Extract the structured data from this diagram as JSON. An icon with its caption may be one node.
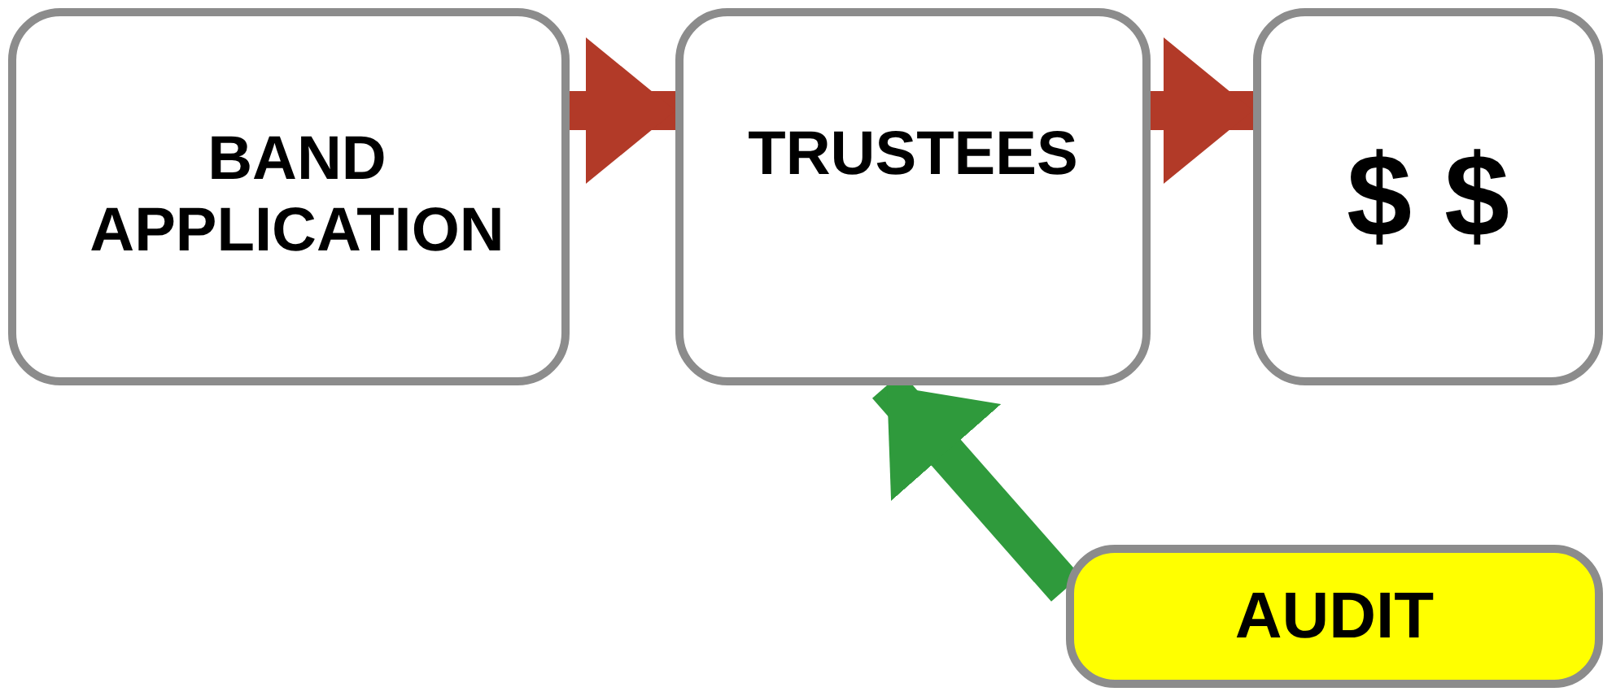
{
  "diagram": {
    "nodes": [
      {
        "text": [
          "BAND APPLICATION"
        ]
      },
      {
        "text": [
          "TRUSTEES"
        ]
      },
      {
        "text": [
          "$ $"
        ]
      },
      {
        "text": [
          "AUDIT"
        ]
      }
    ],
    "edges": [
      {
        "from": 0,
        "to": 1,
        "arrow": "to"
      },
      {
        "from": 1,
        "to": 2,
        "arrow": "to"
      },
      {
        "from": 3,
        "to": 1,
        "arrow": "to",
        "color": "#2f9a3c"
      }
    ]
  }
}
